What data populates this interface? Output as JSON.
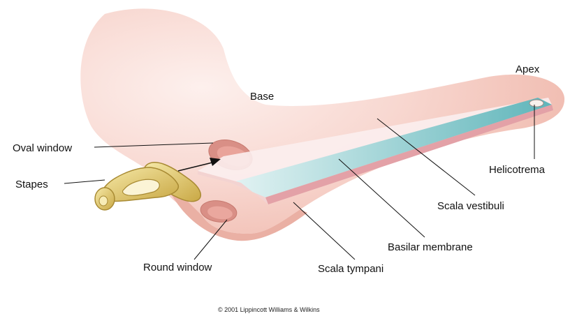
{
  "labels": {
    "apex": "Apex",
    "base": "Base",
    "oval_window": "Oval window",
    "stapes": "Stapes",
    "helicotrema": "Helicotrema",
    "scala_vestibuli": "Scala vestibuli",
    "basilar_membrane": "Basilar membrane",
    "round_window": "Round window",
    "scala_tympani": "Scala tympani"
  },
  "copyright": "© 2001 Lippincott Williams & Wilkins",
  "colors": {
    "tissue_light": "#fbe6e2",
    "tissue_mid": "#f4c6bd",
    "tissue_dark": "#e9a89c",
    "membrane_teal": "#7cc3c6",
    "membrane_pink": "#e7a9ae",
    "stapes_gold": "#e8d27a",
    "stapes_dark": "#b89a3a"
  }
}
